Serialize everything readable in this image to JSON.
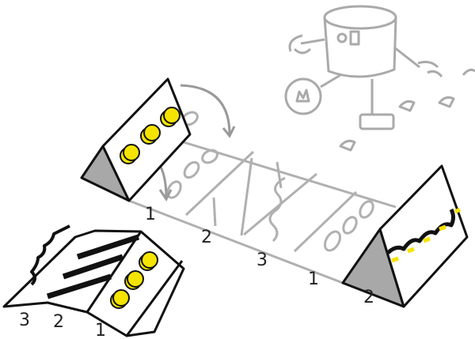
{
  "colors": {
    "accent": "#f5e400",
    "ink": "#111111",
    "gray_line": "#b0b0b0",
    "shade": "#a8a8a8"
  },
  "main_strip_labels": [
    "1",
    "2",
    "3",
    "1",
    "2"
  ],
  "folded_model_labels": [
    "3",
    "2",
    "1"
  ]
}
